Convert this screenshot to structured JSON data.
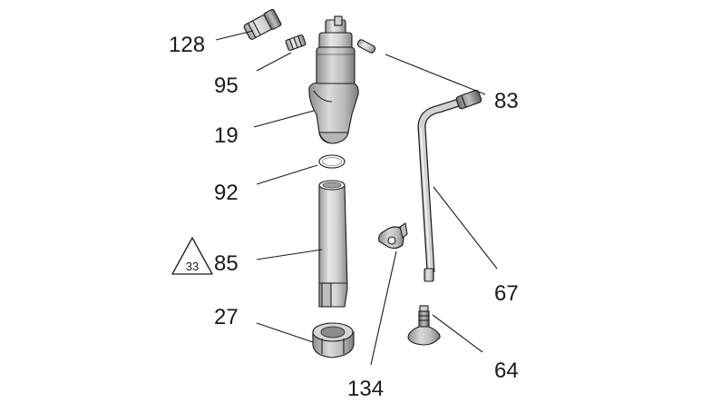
{
  "labels": {
    "l128": "128",
    "l95": "95",
    "l19": "19",
    "l92": "92",
    "l85": "85",
    "l27": "27",
    "l134": "134",
    "l83": "83",
    "l67": "67",
    "l64": "64"
  },
  "warning_badge": "33"
}
